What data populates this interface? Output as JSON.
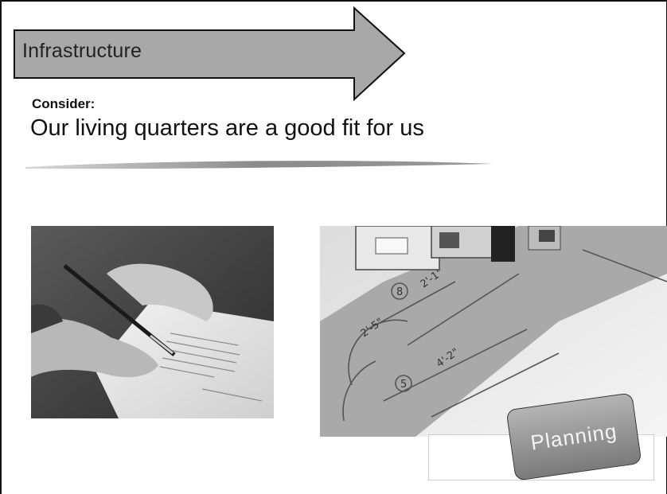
{
  "header": {
    "section_title": "Infrastructure"
  },
  "content": {
    "consider_label": "Consider:",
    "statement": "Our living quarters are a good fit for us"
  },
  "images": {
    "left_photo_icon": "contract-signing-photo",
    "right_photo_icon": "house-model-on-blueprint-photo"
  },
  "badge": {
    "label": "Planning"
  },
  "colors": {
    "arrow_fill": "#a8a8a8",
    "arrow_stroke": "#111111",
    "label_fill": "#8f8f8f"
  }
}
